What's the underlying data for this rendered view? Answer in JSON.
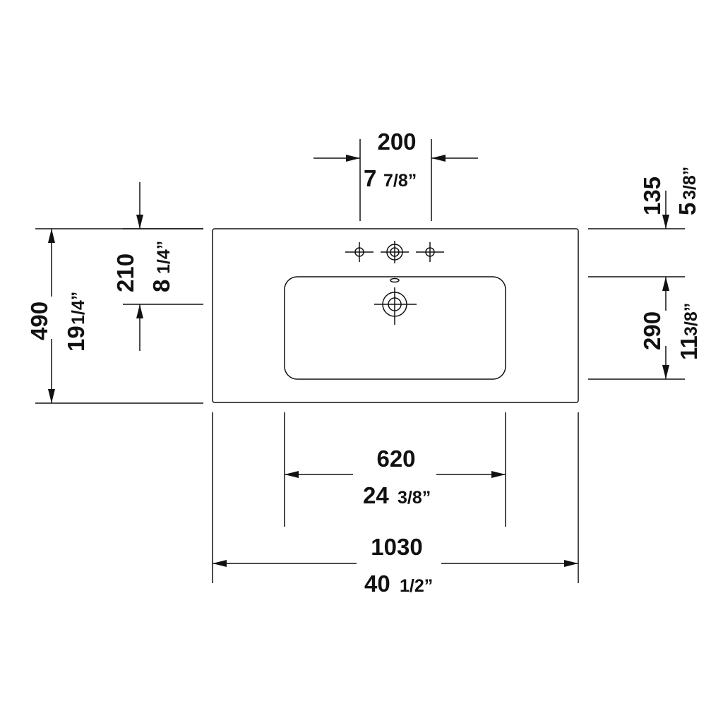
{
  "colors": {
    "line": "#111111",
    "background": "#ffffff"
  },
  "dimensions": {
    "top_hole_spacing": {
      "mm": "200",
      "whole": "7",
      "frac": "7/8”"
    },
    "right_top_offset": {
      "mm": "135",
      "whole": "5",
      "frac": "3/8”"
    },
    "left_hole_offset": {
      "mm": "210",
      "whole": "8",
      "frac": "1/4”"
    },
    "overall_depth": {
      "mm": "490",
      "whole": "19",
      "frac": "1/4”"
    },
    "bowl_depth": {
      "mm": "290",
      "whole": "11",
      "frac": "3/8”"
    },
    "bowl_width": {
      "mm": "620",
      "whole": "24",
      "frac": "3/8”"
    },
    "overall_width": {
      "mm": "1030",
      "whole": "40",
      "frac": "1/2”"
    }
  }
}
